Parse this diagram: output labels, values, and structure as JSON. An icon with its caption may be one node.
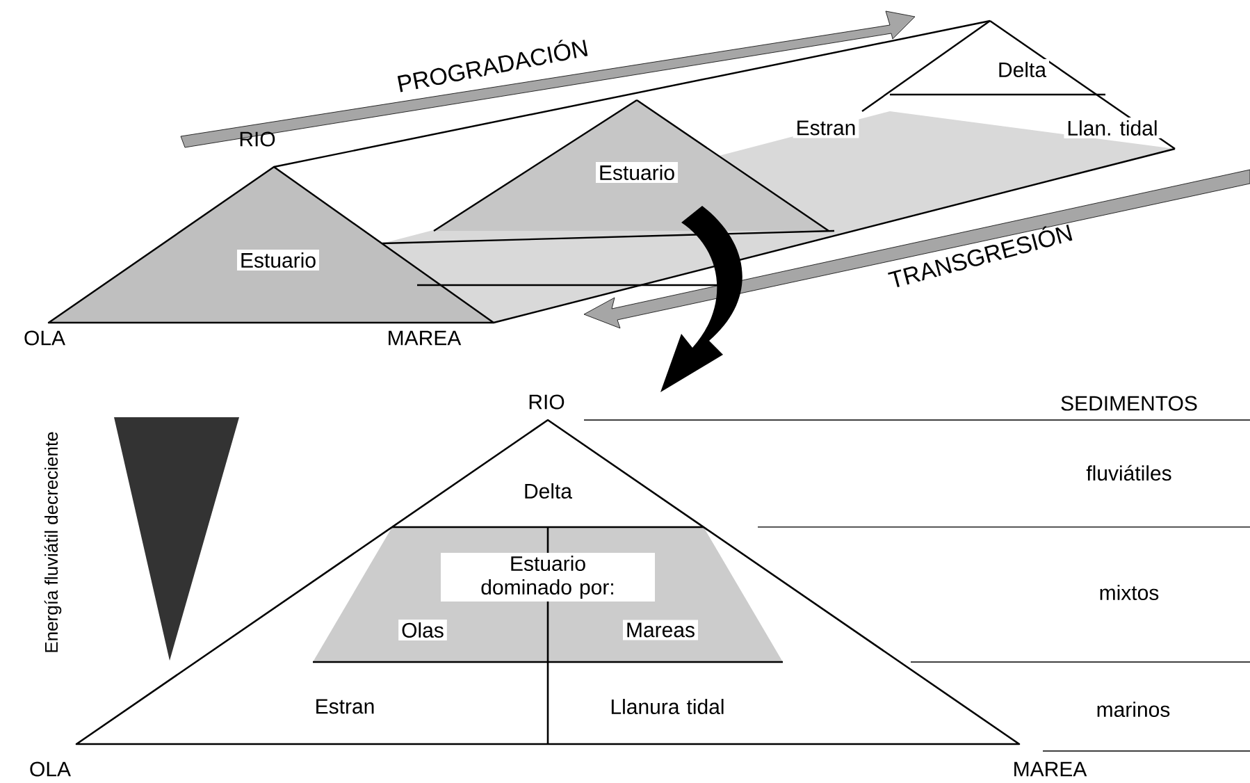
{
  "diagram": {
    "labels": [
      "PROGRADACIÓN",
      "Delta",
      "RIO",
      "Estran",
      "Llan. tidal",
      "Estuario",
      "Estuario",
      "TRANSGRESIÓN",
      "OLA",
      "MAREA",
      "Energía fluviátil decreciente",
      "RIO",
      "SEDIMENTOS",
      "Delta",
      "fluviátiles",
      "Estuario dominado por:",
      "mixtos",
      "Olas",
      "Mareas",
      "Estran",
      "Llanura tidal",
      "marinos",
      "OLA",
      "MAREA"
    ]
  }
}
